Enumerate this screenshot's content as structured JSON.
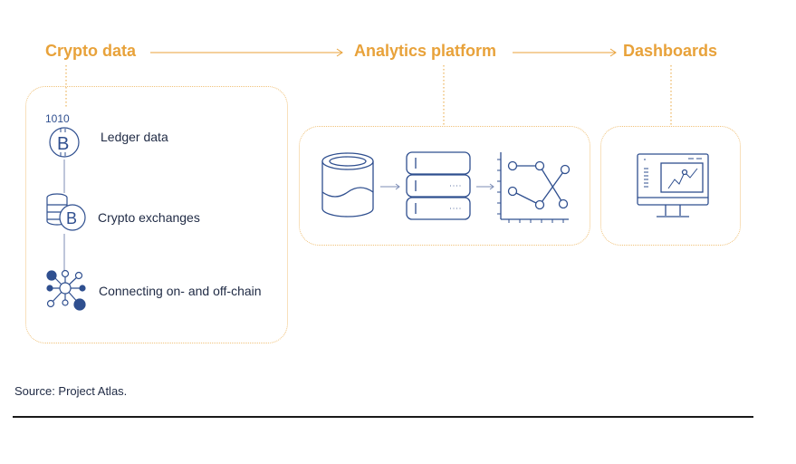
{
  "stages": {
    "crypto_data": "Crypto data",
    "analytics_platform": "Analytics platform",
    "dashboards": "Dashboards"
  },
  "sources": [
    {
      "label": "Ledger data",
      "icon": "bitcoin-ledger-icon",
      "icon_text": "1010"
    },
    {
      "label": "Crypto exchanges",
      "icon": "coin-stack-icon"
    },
    {
      "label": "Connecting on- and off-chain",
      "icon": "network-icon"
    }
  ],
  "analytics_icons": [
    "database-icon",
    "server-icon",
    "line-chart-icon"
  ],
  "dashboard_icon": "monitor-dashboard-icon",
  "footer": {
    "source": "Source: Project Atlas."
  },
  "colors": {
    "accent": "#E8A23A",
    "icon_blue": "#2F4F8F",
    "text": "#1f2a44"
  }
}
